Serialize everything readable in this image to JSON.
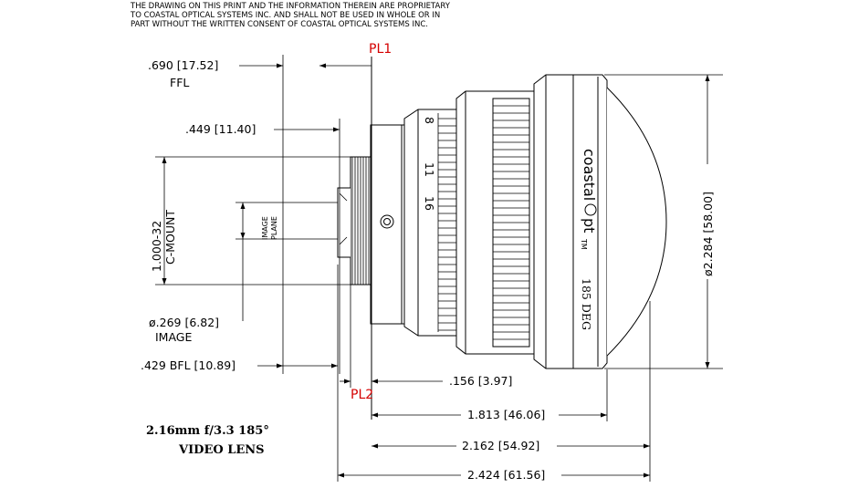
{
  "notice": {
    "line1": "THE DRAWING ON THIS PRINT AND THE INFORMATION THEREIN ARE PROPRIETARY",
    "line2": "TO COASTAL OPTICAL SYSTEMS INC. AND SHALL NOT BE USED IN WHOLE OR IN",
    "line3": "PART WITHOUT THE WRITTEN CONSENT OF COASTAL OPTICAL SYSTEMS INC."
  },
  "planes": {
    "pl1": "PL1",
    "pl2": "PL2"
  },
  "dimensions": {
    "ffl_value": ".690 [17.52]",
    "ffl_label": "FFL",
    "d449": ".449 [11.40]",
    "mount_line1": "1.000-32",
    "mount_line2": "C-MOUNT",
    "image_plane_1": "IMAGE",
    "image_plane_2": "PLANE",
    "image_dia": "ø.269 [6.82]",
    "image_label": "IMAGE",
    "bfl": ".429 BFL [10.89]",
    "d156": ".156 [3.97]",
    "d1813": "1.813 [46.06]",
    "d2162": "2.162 [54.92]",
    "d2424": "2.424 [61.56]",
    "diameter": "ø2.284 [58.00]"
  },
  "lens_markings": {
    "f_stop_8": "8",
    "f_stop_11": "11",
    "f_stop_16": "16",
    "brand": "coastal",
    "brand_suffix": "pt",
    "trademark": "TM",
    "fov": "185 DEG"
  },
  "title_block": {
    "line1": "2.16mm f/3.3 185°",
    "line2": "VIDEO LENS"
  }
}
